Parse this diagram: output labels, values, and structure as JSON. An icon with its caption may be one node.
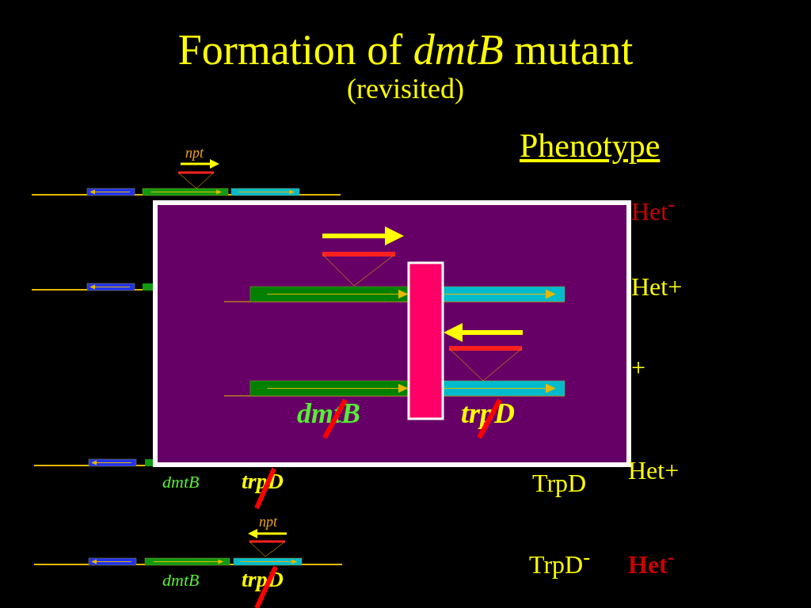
{
  "diagram": {
    "title": "Formation of *dmtB* mutant",
    "labels": [
      "(revisited)",
      "npt",
      "Phenotype",
      "Het$^{-}$",
      "Het+",
      "+",
      "dmtB",
      "trpD",
      "TrpD",
      "Het+",
      "dmtB",
      "trpD",
      "npt",
      "TrpD$^{-}$",
      "Het$^{-}$",
      "dmtB",
      "trpD"
    ]
  }
}
